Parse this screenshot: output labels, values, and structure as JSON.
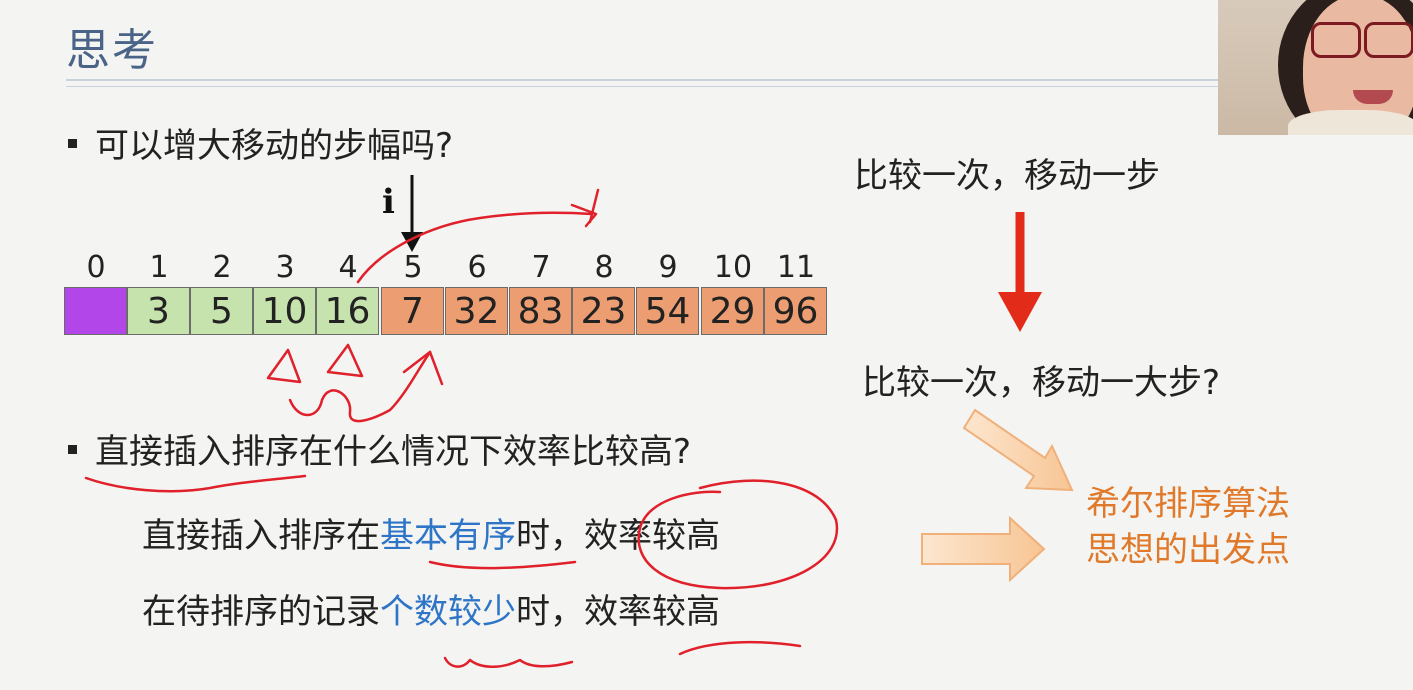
{
  "slide": {
    "title": "思考",
    "bullet1": "可以增大移动的步幅吗?",
    "bullet2": "直接插入排序在什么情况下效率比较高?",
    "i_label": "i",
    "indices": [
      "0",
      "1",
      "2",
      "3",
      "4",
      "5",
      "6",
      "7",
      "8",
      "9",
      "10",
      "11"
    ],
    "cells": [
      "",
      "3",
      "5",
      "10",
      "16",
      "7",
      "32",
      "83",
      "23",
      "54",
      "29",
      "96"
    ],
    "line1": {
      "a": "直接插入排序在",
      "b": "基本有序",
      "c": "时，效率较高"
    },
    "line2": {
      "a": "在待排序的记录",
      "b": "个数较少",
      "c": "时，效率较高"
    },
    "right_top": "比较一次，移动一步",
    "right_mid": "比较一次，移动一大步?",
    "shell_line1": "希尔排序算法",
    "shell_line2": "思想的出发点"
  },
  "colors": {
    "title": "#4a6488",
    "sorted": "#c6e2ad",
    "unsorted": "#ec9e72",
    "sentinel": "#b246e8",
    "emphasis_blue": "#2e75c8",
    "shell_orange": "#e07a2a",
    "down_arrow": "#e32b1a",
    "annotation_red": "#e0202a"
  }
}
